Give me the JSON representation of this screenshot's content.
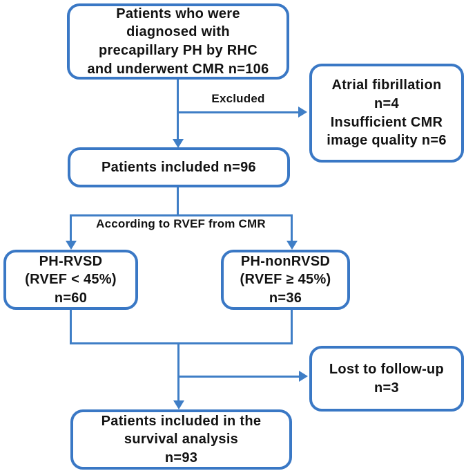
{
  "diagram": {
    "type": "flowchart",
    "description": "Patient selection flowchart for precapillary PH CMR study",
    "nodes": {
      "enrolled": {
        "text": "Patients who were\ndiagnosed with\nprecapillary PH by RHC\nand underwent CMR n=106",
        "n": 106
      },
      "excluded": {
        "text": "Atrial fibrillation\nn=4\nInsufficient CMR\nimage quality n=6",
        "n_atrial_fibrillation": 4,
        "n_insufficient_cmr": 6
      },
      "included": {
        "text": "Patients included n=96",
        "n": 96
      },
      "ph_rvsd": {
        "text": "PH-RVSD\n(RVEF < 45%)\nn=60",
        "n": 60
      },
      "ph_nonrvsd": {
        "text": "PH-nonRVSD\n(RVEF ≥ 45%)\nn=36",
        "n": 36
      },
      "lost_followup": {
        "text": "Lost to follow-up\nn=3",
        "n": 3
      },
      "survival": {
        "text": "Patients included in the\nsurvival analysis\nn=93",
        "n": 93
      }
    },
    "edge_labels": {
      "excluded": "Excluded",
      "split": "According to RVEF from CMR"
    },
    "colors": {
      "box_border": "#3a78c5",
      "connector": "#3f7ec6",
      "text": "#121212",
      "background": "#ffffff"
    }
  }
}
